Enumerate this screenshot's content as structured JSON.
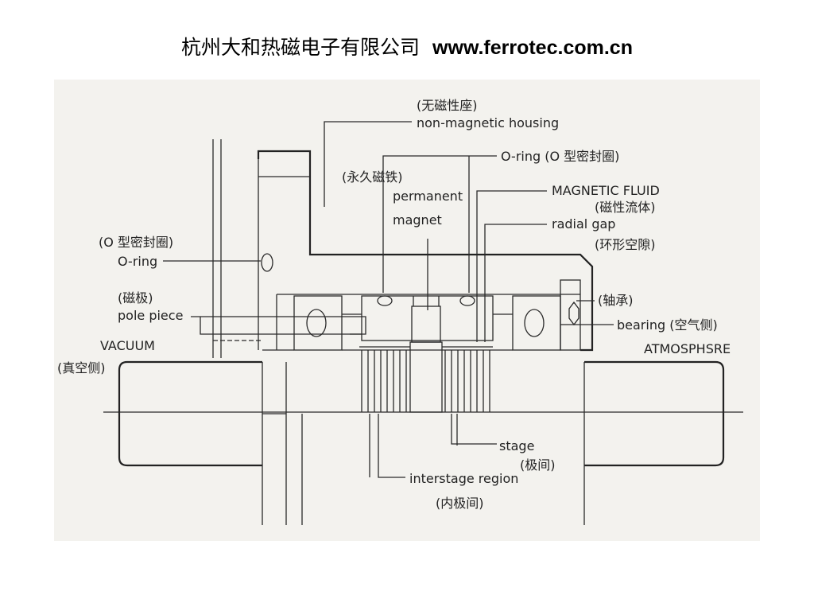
{
  "header": {
    "company": "杭州大和热磁电子有限公司",
    "url": "www.ferrotec.com.cn"
  },
  "labels": {
    "housing_cn": "(无磁性座)",
    "housing_en": "non-magnetic housing",
    "oring_top": "O-ring (O 型密封圈)",
    "magnet_cn": "(永久磁铁)",
    "magnet_en1": "permanent",
    "magnet_en2": "magnet",
    "fluid_en": "MAGNETIC FLUID",
    "fluid_cn": "(磁性流体)",
    "gap_en": "radial gap",
    "gap_cn": "(环形空隙)",
    "oring_left_cn": "(O 型密封圈)",
    "oring_left_en": "O-ring",
    "pole_cn": "(磁极)",
    "pole_en": "pole piece",
    "vacuum_en": "VACUUM",
    "vacuum_cn": "(真空侧)",
    "bearing_cn": "(轴承)",
    "bearing_en": "bearing (空气侧)",
    "atmosphere_en": "ATMOSPHSRE",
    "stage_en": "stage",
    "stage_cn": "(极间)",
    "interstage_en": "interstage region",
    "interstage_cn": "(内极间)"
  }
}
